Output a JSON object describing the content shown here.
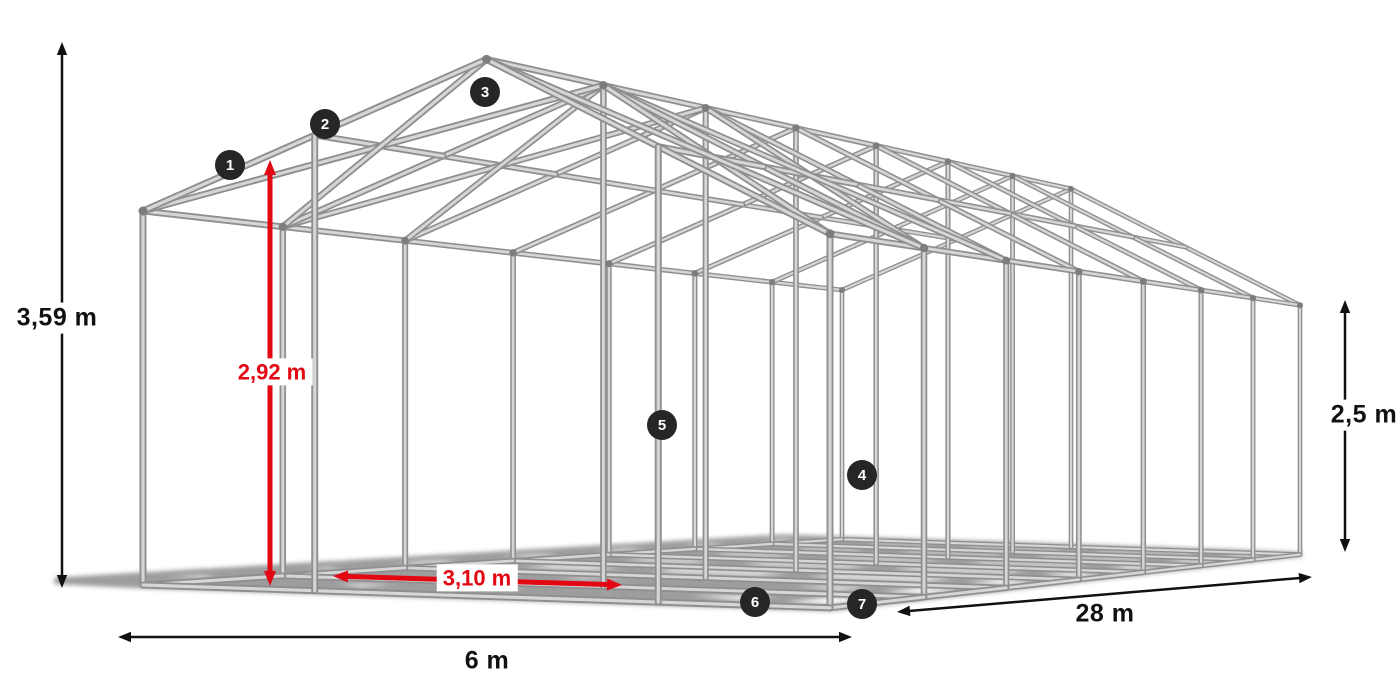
{
  "diagram": {
    "markers": [
      "1",
      "2",
      "3",
      "4",
      "5",
      "6",
      "7"
    ],
    "dimensions": {
      "total_height": {
        "label": "3,59 m"
      },
      "entrance_height": {
        "label": "2,92 m"
      },
      "entrance_width": {
        "label": "3,10 m"
      },
      "front_width": {
        "label": "6 m"
      },
      "side_length": {
        "label": "28 m"
      },
      "side_height": {
        "label": "2,5 m"
      }
    },
    "colors": {
      "dimension_black": "#111111",
      "dimension_red": "#e30613",
      "marker_bg": "#262626",
      "marker_text": "#ffffff",
      "tube_dark": "#8f8f8f",
      "tube_light": "#d6d6d6",
      "tube_joint": "#7d7d7d",
      "shadow": "#3c3c3c",
      "background": "#ffffff"
    }
  }
}
